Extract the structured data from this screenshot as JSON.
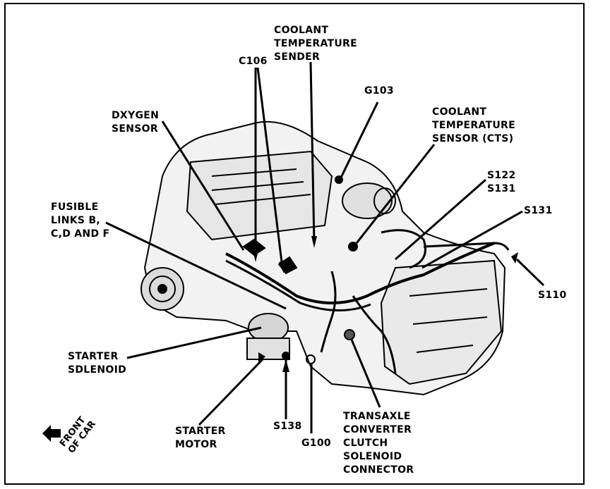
{
  "labels": {
    "coolant_temp_sender": "COOLANT\nTEMPERATURE\nSENDER",
    "c106": "C106",
    "g103": "G103",
    "oxygen_sensor": "DXYGEN\nSENSOR",
    "coolant_temp_sensor": "COOLANT\nTEMPERATURE\nSENSOR (CTS)",
    "s122_s131": "S122\nS131",
    "s131": "S131",
    "fusible_links": "FUSIBLE\nLINKS B,\nC,D AND F",
    "s110": "S110",
    "starter_solenoid": "STARTER\nSDLENOID",
    "starter_motor": "STARTER\nMOTOR",
    "s138": "S138",
    "g100": "G100",
    "tcc_connector": "TRANSAXLE\nCONVERTER\nCLUTCH\nSOLENOID\nCONNECTOR",
    "front_of_car": "FRONT\nOF CAR"
  },
  "colors": {
    "ink": "#000000",
    "paper": "#ffffff"
  }
}
